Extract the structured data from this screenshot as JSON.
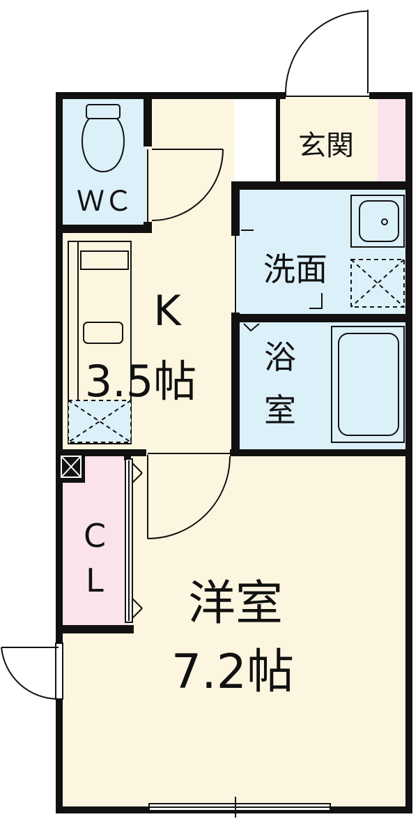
{
  "rooms": {
    "wc": {
      "label": "ＷＣ"
    },
    "entrance": {
      "label": "玄関"
    },
    "kitchen": {
      "label": "K",
      "size": "3.5帖"
    },
    "washroom": {
      "label": "洗面"
    },
    "bathroom": {
      "label_line1": "浴",
      "label_line2": "室"
    },
    "closet": {
      "label_line1": "C",
      "label_line2": "L"
    },
    "western_room": {
      "label": "洋室",
      "size": "7.2帖"
    }
  },
  "colors": {
    "wall": "#111111",
    "wet_area": "#dcf0fa",
    "living_area": "#fcf6e0",
    "closet": "#fbe3ec",
    "entrance": "#fcf6e0"
  }
}
